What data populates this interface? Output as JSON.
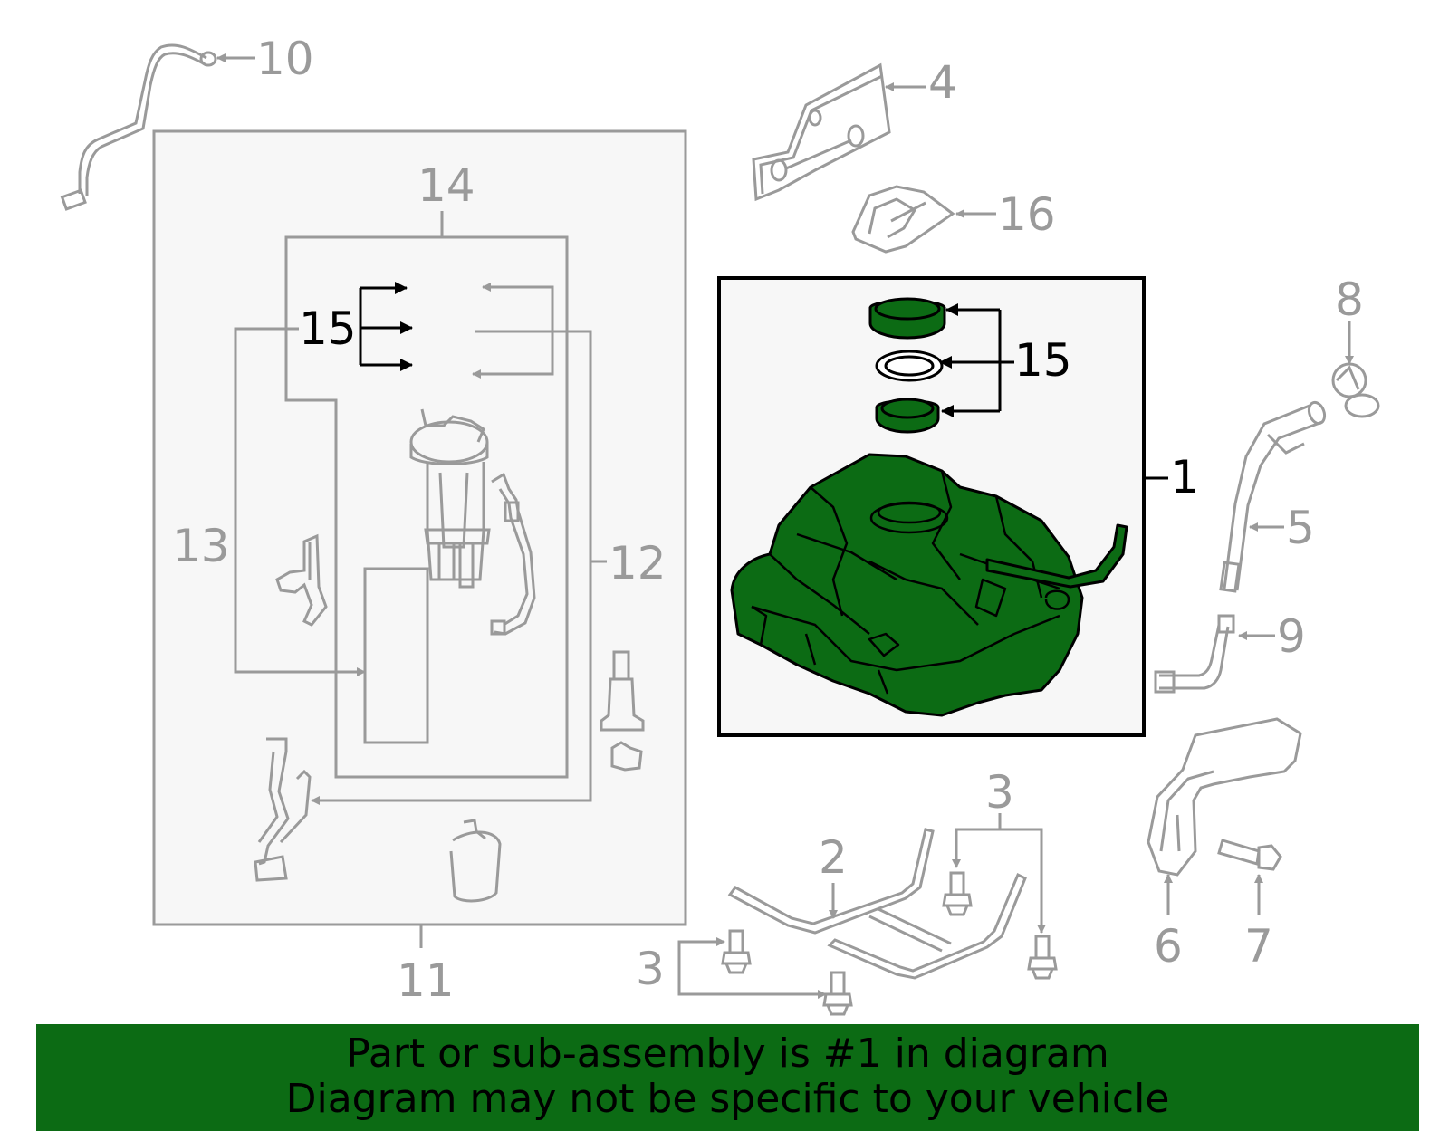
{
  "colors": {
    "part_gray": "#9a9a9a",
    "highlight_green": "#0c6b14",
    "box_fill": "#f7f7f7",
    "text_black": "#000000"
  },
  "callouts": {
    "c1": "1",
    "c2": "2",
    "c3a": "3",
    "c3b": "3",
    "c4": "4",
    "c5": "5",
    "c6": "6",
    "c7": "7",
    "c8": "8",
    "c9": "9",
    "c10": "10",
    "c11": "11",
    "c12": "12",
    "c13": "13",
    "c14": "14",
    "c15a": "15",
    "c15b": "15",
    "c16": "16"
  },
  "banner": {
    "line1": "Part or sub-assembly is #1 in diagram",
    "line2": "Diagram may not be specific to your vehicle"
  }
}
